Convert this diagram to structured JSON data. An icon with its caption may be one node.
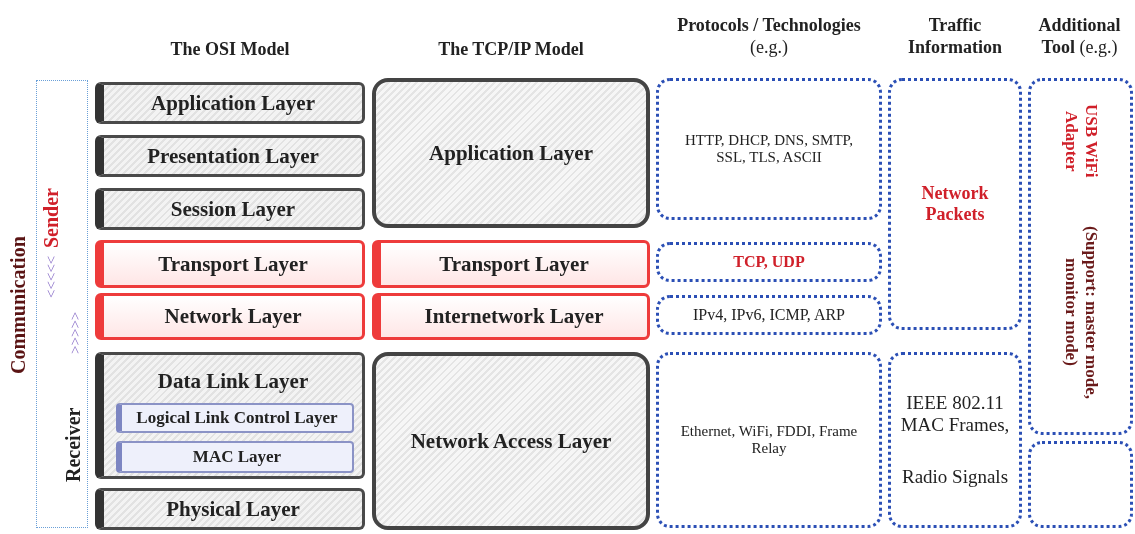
{
  "diagram": {
    "nodes": [
      {
        "text": [
          "Application Layer"
        ]
      },
      {
        "text": [
          "Presentation Layer"
        ]
      },
      {
        "text": [
          "Session Layer"
        ]
      },
      {
        "text": [
          "Transport Layer"
        ]
      },
      {
        "text": [
          "Network Layer"
        ]
      },
      {
        "text": [
          "Data Link Layer"
        ]
      },
      {
        "text": [
          "Logical Link Control Layer"
        ],
        "in": 5
      },
      {
        "text": [
          "MAC Layer"
        ],
        "in": 5
      },
      {
        "text": [
          "Physical Layer"
        ]
      },
      {
        "text": [
          "Application Layer"
        ]
      },
      {
        "text": [
          "Transport Layer"
        ]
      },
      {
        "text": [
          "Internetwork Layer"
        ]
      },
      {
        "text": [
          "Network Access Layer"
        ]
      },
      {
        "text": [
          "HTTP, DHCP, DNS, SMTP, SSL, TLS, ASCII"
        ]
      },
      {
        "text": [
          "TCP, UDP"
        ]
      },
      {
        "text": [
          "IPv4, IPv6, ICMP, ARP"
        ]
      },
      {
        "text": [
          "Ethernet, WiFi, FDDI, Frame Relay"
        ]
      },
      {
        "text": [
          "Network Packets"
        ]
      },
      {
        "text": [
          "IEEE 802.11 MAC Frames,",
          "Radio Signals"
        ]
      },
      {
        "text": [
          "USB WiFi Adapter",
          "(Support: master mode, monitor mode)"
        ]
      },
      {
        "text": [],
        "shape": "box"
      }
    ],
    "labels": [
      "The OSI Model",
      "The TCP/IP Model",
      "**Protocols / Technologies** (e.g.)",
      "**Traffic Information**",
      "**Additional Tool** (e.g.)",
      "Communication",
      "<<<<<",
      "Sender",
      ">>>>>",
      "Receiver"
    ]
  }
}
